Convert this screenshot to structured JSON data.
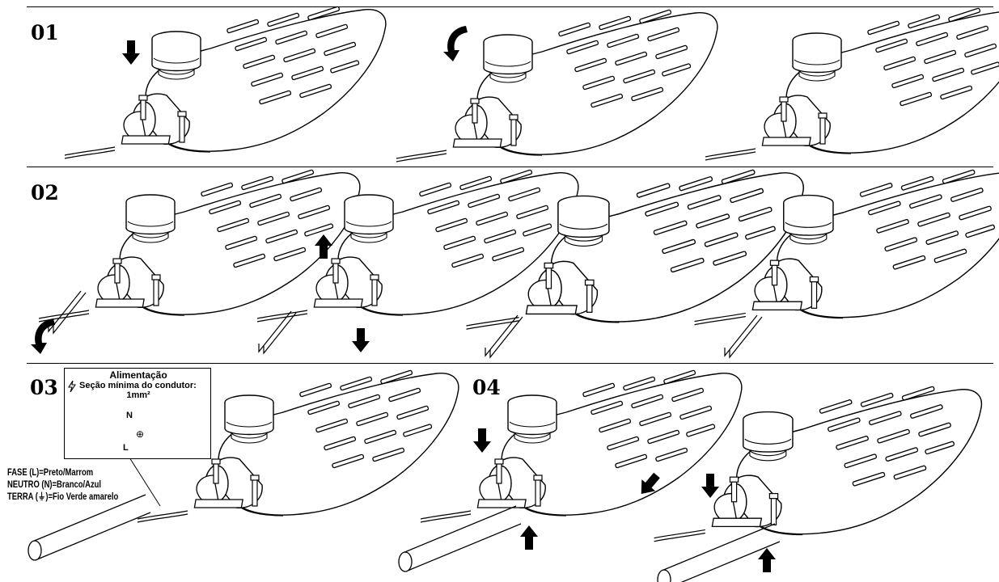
{
  "steps": [
    {
      "id": "01",
      "label": "01"
    },
    {
      "id": "02",
      "label": "02"
    },
    {
      "id": "03",
      "label": "03"
    },
    {
      "id": "04",
      "label": "04"
    }
  ],
  "power_box": {
    "title": "Alimentação",
    "min_section_label": "Seção mínima do condutor:",
    "min_section_value": "1mm²",
    "terminal_n": "N",
    "terminal_l": "L",
    "earth_symbol": "⊕"
  },
  "wire_legend": {
    "fase": "FASE (L)=Preto/Marrom",
    "neutro": "NEUTRO (N)=Branco/Azul",
    "terra_prefix": "TERRA (",
    "terra_symbol": "⏚",
    "terra_suffix": ")=Fio Verde amarelo"
  },
  "colors": {
    "ink": "#000000",
    "paper": "#ffffff"
  }
}
